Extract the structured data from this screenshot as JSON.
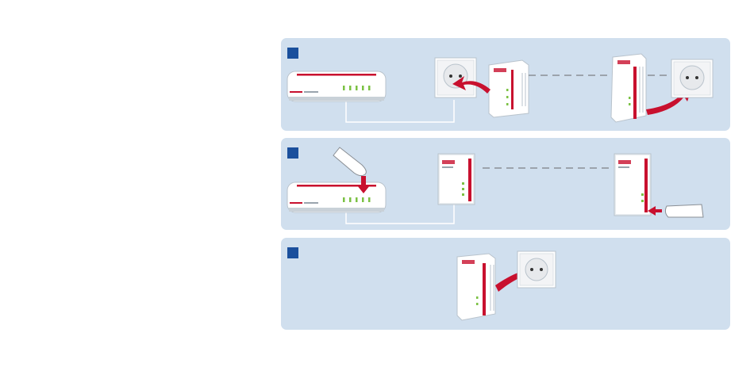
{
  "colors": {
    "panel": "#d0dfee",
    "step_marker": "#1a4f9c",
    "accent_red": "#c8102e",
    "device_body": "#ffffff",
    "led_green": "#7bc143"
  },
  "panels": [
    {
      "id": "step-1",
      "icons": [
        "router-icon",
        "wall-socket-icon",
        "powerline-adapter-icon",
        "plug-in-arrow-icon",
        "dashed-connection-line",
        "powerline-adapter-icon",
        "plug-in-arrow-icon",
        "wall-socket-icon"
      ]
    },
    {
      "id": "step-2",
      "icons": [
        "router-icon",
        "finger-press-icon",
        "press-arrow-icon",
        "powerline-adapter-icon",
        "dashed-connection-line",
        "powerline-adapter-icon",
        "press-arrow-icon",
        "finger-press-icon"
      ]
    },
    {
      "id": "step-3",
      "icons": [
        "powerline-adapter-icon",
        "plug-in-arrow-icon",
        "wall-socket-icon"
      ]
    }
  ]
}
